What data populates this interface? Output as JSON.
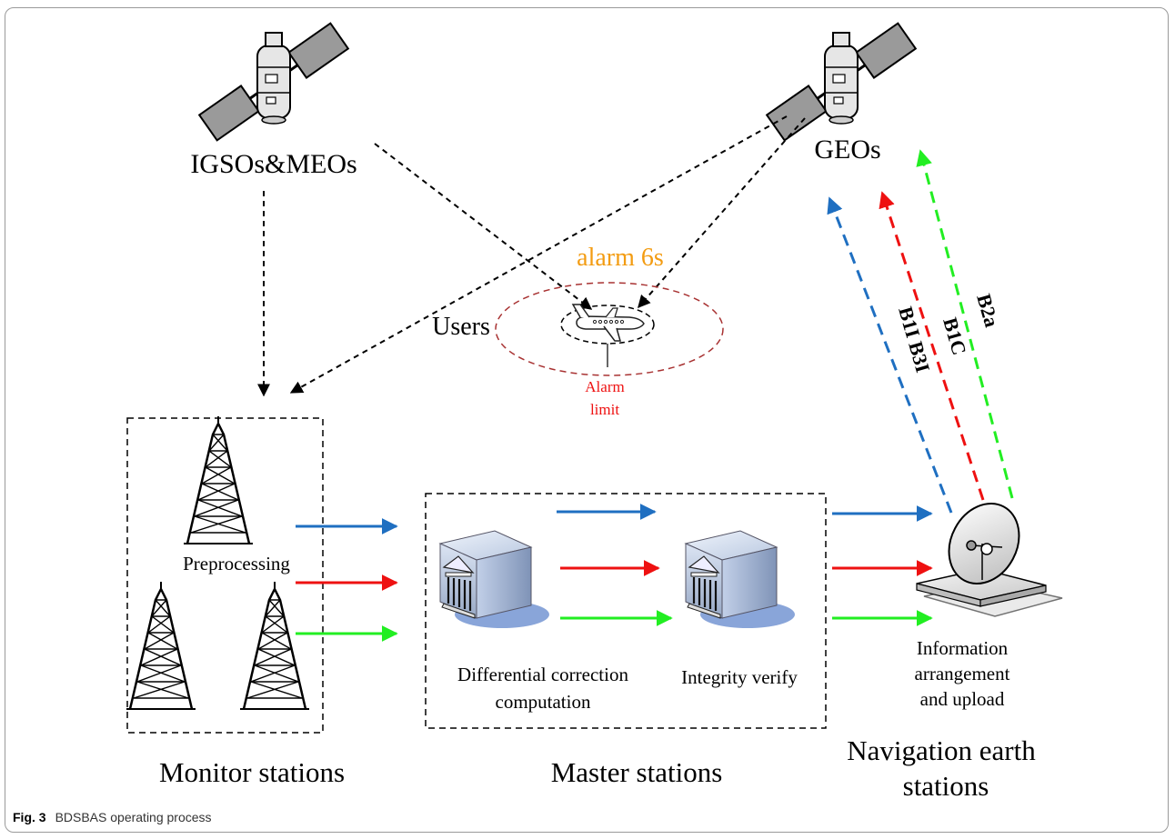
{
  "satellites": {
    "left_label": "IGSOs&MEOs",
    "right_label": "GEOs"
  },
  "users": {
    "label": "Users",
    "alarm_time": "alarm 6s",
    "alarm_limit_line1": "Alarm",
    "alarm_limit_line2": "limit"
  },
  "signals": {
    "blue": "B1I B3I",
    "red": "B1C",
    "green": "B2a"
  },
  "monitor": {
    "process_label": "Preprocessing",
    "title": "Monitor stations"
  },
  "master": {
    "step1_line1": "Differential correction",
    "step1_line2": "computation",
    "step2": "Integrity verify",
    "title": "Master stations"
  },
  "earth": {
    "process_line1": "Information",
    "process_line2": "arrangement",
    "process_line3": "and upload",
    "title_line1": "Navigation earth",
    "title_line2": "stations"
  },
  "caption": {
    "label": "Fig. 3",
    "text": "BDSBAS operating process"
  },
  "colors": {
    "blue": "#1f6fc1",
    "red": "#ee1111",
    "green": "#22ee22",
    "alarm": "#f39c12",
    "ellipse": "#a83232"
  }
}
